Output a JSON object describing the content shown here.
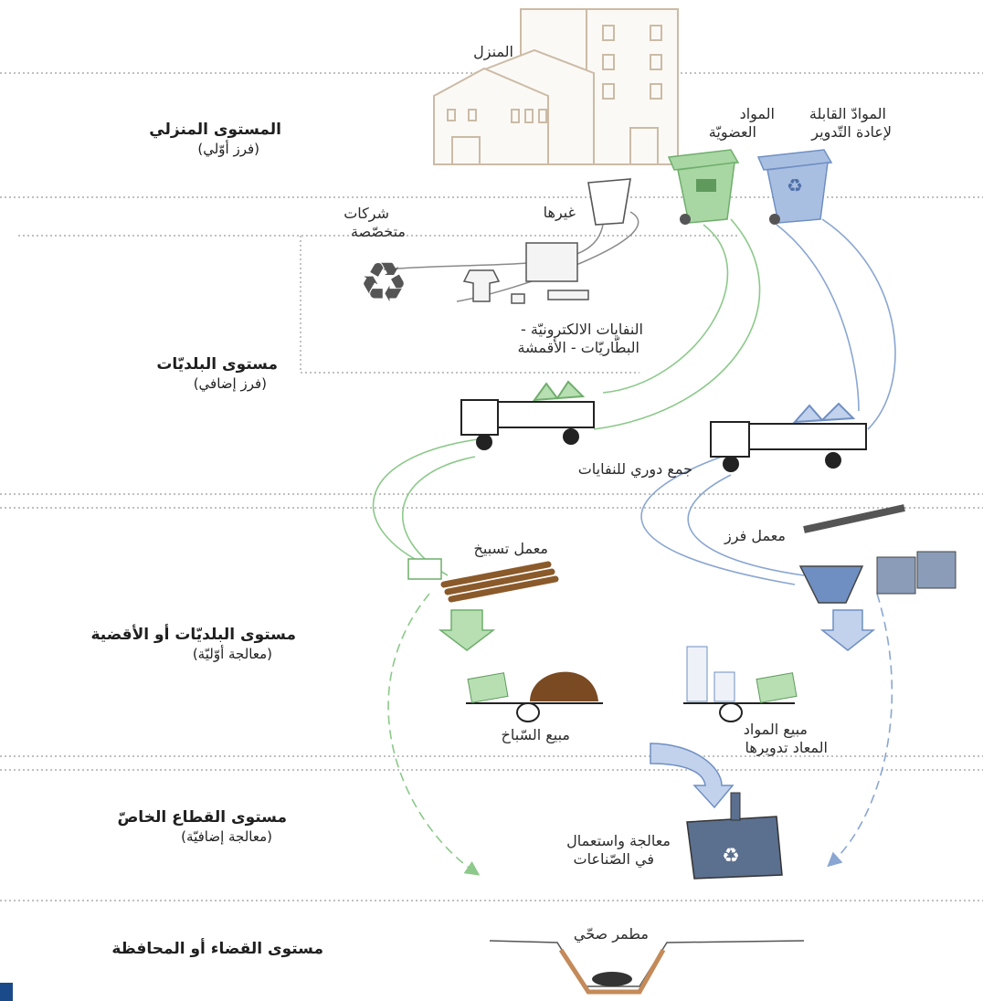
{
  "colors": {
    "organic": "#8cc98a",
    "recyclable": "#8aa6d2",
    "other": "#8a8a8a",
    "house": "#cbbba6",
    "divider": "#9a9a9a",
    "brand": "#1a4a8a"
  },
  "levels": {
    "household": {
      "title": "المستوى المنزلي",
      "subtitle": "(فرز أوّلي)"
    },
    "municipal": {
      "title": "مستوى البلديّات",
      "subtitle": "(فرز إضافي)"
    },
    "municipal_district": {
      "title": "مستوى البلديّات أو الأقضية",
      "subtitle": "(معالجة أوّليّة)"
    },
    "private": {
      "title": "مستوى القطاع الخاصّ",
      "subtitle": "(معالجة إضافيّة)"
    },
    "district_governorate": {
      "title": "مستوى القضاء أو المحافظة"
    }
  },
  "nodes": {
    "house": "المنزل",
    "recyclable_1": "الموادّ القابلة",
    "recyclable_2": "لإعادة التّدوير",
    "organic_1": "المواد",
    "organic_2": "العضويّة",
    "other": "غيرها",
    "companies_1": "شركات",
    "companies_2": "متخصّصة",
    "ewaste_1": "النفايات الالكترونيّة -",
    "ewaste_2": "البطّاريّات - الأقمشة",
    "collection": "جمع دوري للنفايات",
    "compost_plant": "معمل تسبيخ",
    "sorting_plant": "معمل فرز",
    "compost_sale": "مبيع السّباخ",
    "recycled_sale_1": "مبيع المواد",
    "recycled_sale_2": "المعاد تدويرها",
    "industry_1": "معالجة واستعمال",
    "industry_2": "في الصّناعات",
    "landfill": "مطمر صحّي"
  }
}
